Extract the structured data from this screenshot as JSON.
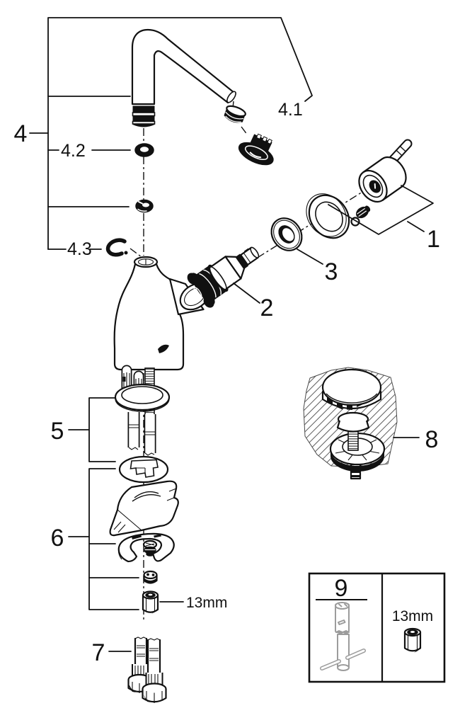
{
  "diagram": {
    "title_hint": "exploded-parts-diagram-single-lever-basin-mixer",
    "colors": {
      "ink": "#111111",
      "background": "#ffffff",
      "tool_gray": "#9c9c9c"
    },
    "callouts": {
      "part_1": "1",
      "part_2": "2",
      "part_3": "3",
      "part_4": "4",
      "part_4_1": "4.1",
      "part_4_2": "4.2",
      "part_4_3": "4.3",
      "part_5": "5",
      "part_6": "6",
      "part_7": "7",
      "part_8": "8",
      "part_9": "9",
      "nut_size_label": "13mm",
      "kit_nut_size_label": "13mm"
    }
  }
}
